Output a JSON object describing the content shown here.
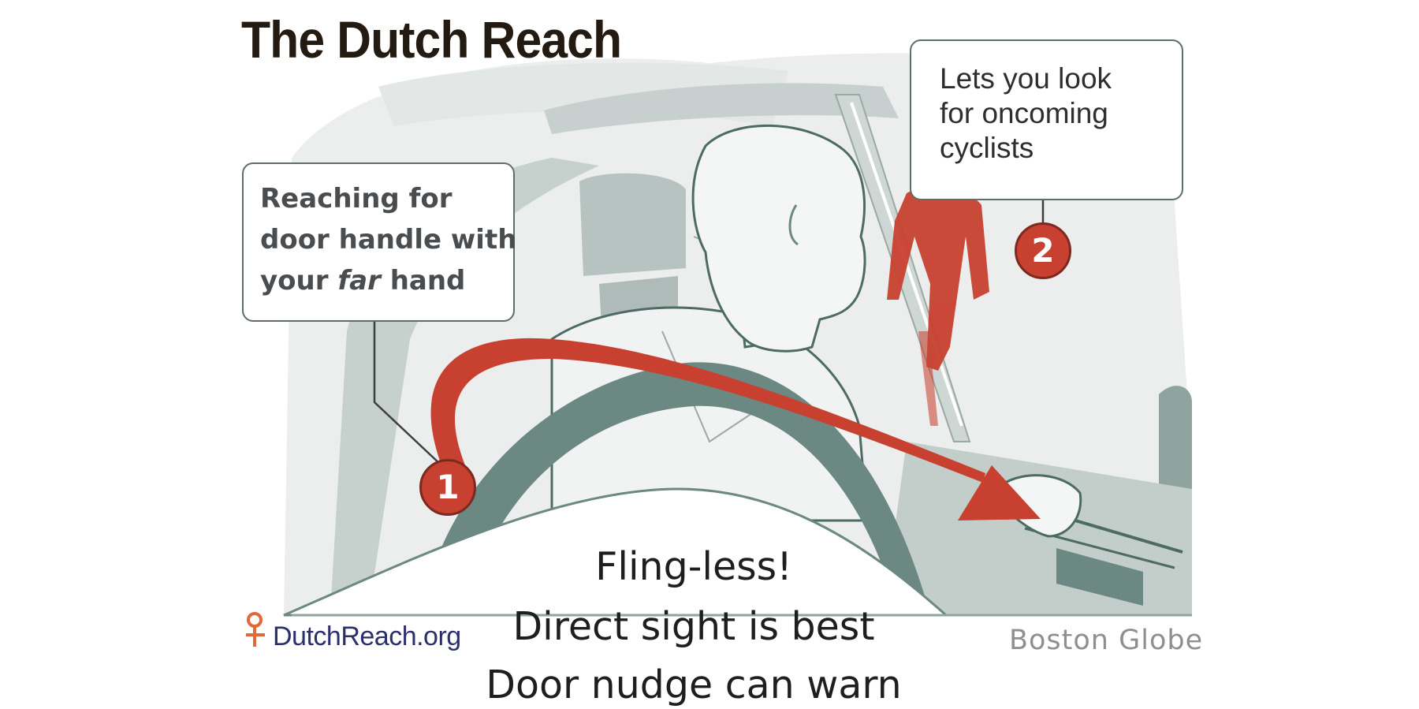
{
  "title": "The Dutch Reach",
  "callouts": {
    "one": {
      "line1": "Reaching for",
      "line2": "door handle with",
      "line3_prefix": "your ",
      "line3_em": "far",
      "line3_suffix": " hand"
    },
    "two": {
      "line1": "Lets you look",
      "line2": "for oncoming",
      "line3": "cyclists"
    }
  },
  "badges": {
    "one": "1",
    "two": "2"
  },
  "bottom_lines": [
    "Fling-less!",
    "Direct sight is best",
    "Door nudge can warn"
  ],
  "credit": "Boston Globe",
  "logo_text": "DutchReach.org",
  "colors": {
    "accent_red": "#c8402f",
    "car_gray": "#6b8882",
    "light_gray": "#d9dfdd",
    "outline": "#4d6b65"
  }
}
